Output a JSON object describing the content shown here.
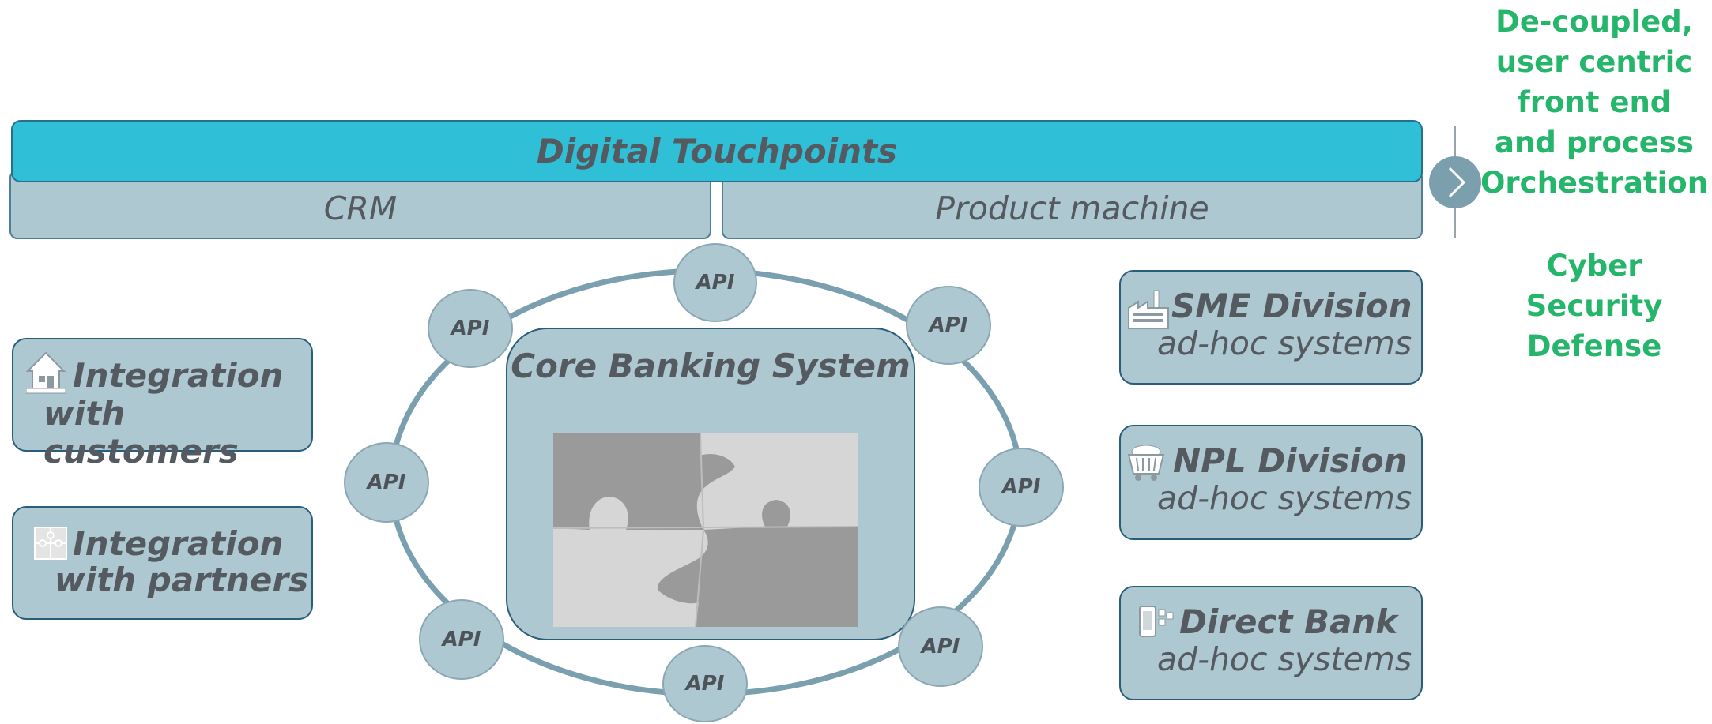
{
  "top_bar": {
    "touchpoints": "Digital Touchpoints",
    "crm": "CRM",
    "product": "Product machine"
  },
  "right_notes": {
    "orchestration": [
      "De-coupled,",
      "user centric",
      "front end",
      "and process",
      "Orchestration"
    ],
    "cyber": [
      "Cyber",
      "Security",
      "Defense"
    ]
  },
  "core": {
    "title": "Core Banking System"
  },
  "api_label": "API",
  "left_boxes": [
    {
      "icon": "house-icon",
      "line1": "Integration",
      "line2": "with customers"
    },
    {
      "icon": "puzzle-icon",
      "line1": "Integration",
      "line2": "with partners"
    }
  ],
  "right_boxes": [
    {
      "icon": "factory-icon",
      "title": "SME Division",
      "subtitle": "ad-hoc systems"
    },
    {
      "icon": "cart-icon",
      "title": "NPL Division",
      "subtitle": "ad-hoc systems"
    },
    {
      "icon": "mobile-icon",
      "title": "Direct Bank",
      "subtitle": "ad-hoc systems"
    }
  ],
  "colors": {
    "accent_cyan": "#2fc0d8",
    "box_fill": "#aec8d2",
    "green_text": "#25b56b",
    "ring": "#7a9fae"
  }
}
